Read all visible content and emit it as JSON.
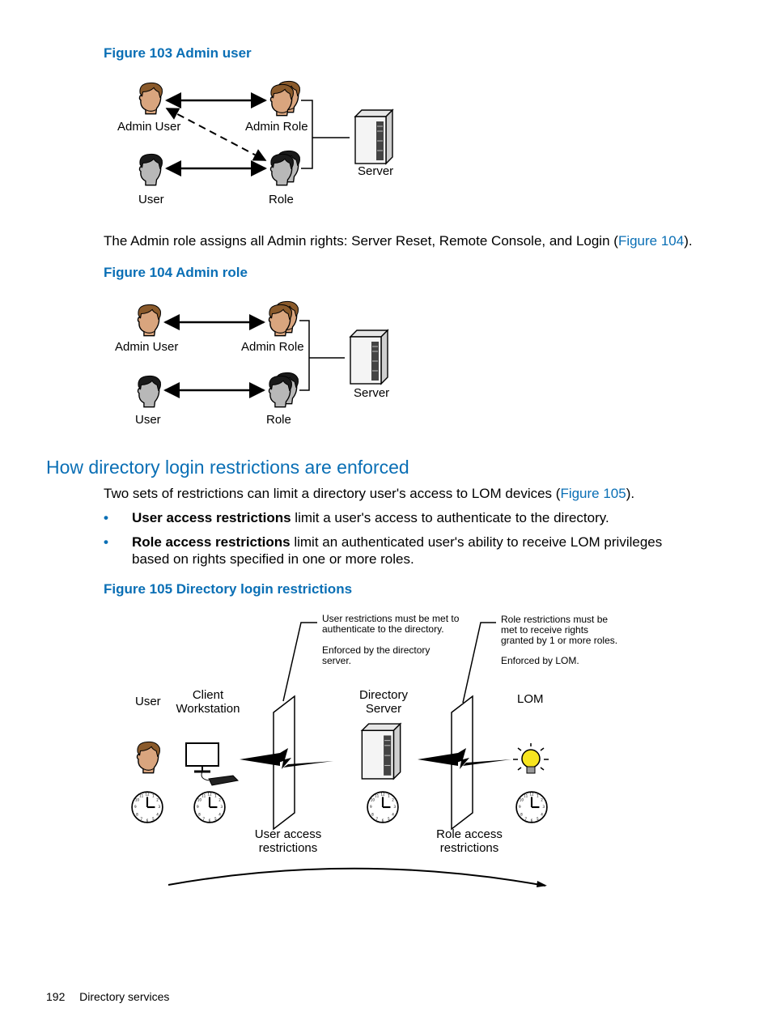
{
  "figure103": {
    "caption": "Figure 103 Admin user",
    "labels": {
      "admin_user": "Admin User",
      "admin_role": "Admin Role",
      "user": "User",
      "role": "Role",
      "server": "Server"
    }
  },
  "para1": {
    "text_before": "The Admin role assigns all Admin rights: Server Reset, Remote Console, and Login (",
    "link": "Figure 104",
    "text_after": ")."
  },
  "figure104": {
    "caption": "Figure 104 Admin role",
    "labels": {
      "admin_user": "Admin User",
      "admin_role": "Admin Role",
      "user": "User",
      "role": "Role",
      "server": "Server"
    }
  },
  "section": {
    "heading": "How directory login restrictions are enforced",
    "intro_before": "Two sets of restrictions can limit a directory user's access to LOM devices (",
    "intro_link": "Figure 105",
    "intro_after": ").",
    "bullets": [
      {
        "bold": "User access restrictions",
        "text": " limit a user's access to authenticate to the directory."
      },
      {
        "bold": "Role access restrictions",
        "text": " limit an authenticated user's ability to receive LOM privileges based on rights specified in one or more roles."
      }
    ]
  },
  "figure105": {
    "caption": "Figure 105 Directory login restrictions",
    "note_user_1": "User restrictions must be met to authenticate to the directory.",
    "note_user_2": "Enforced by the directory server.",
    "note_role_1": "Role restrictions must be met to receive rights granted by 1 or more roles.",
    "note_role_2": "Enforced by LOM.",
    "labels": {
      "user": "User",
      "client_workstation": "Client Workstation",
      "directory_server": "Directory Server",
      "lom": "LOM",
      "user_access_restrictions": "User access restrictions",
      "role_access_restrictions": "Role access restrictions"
    }
  },
  "footer": {
    "page_number": "192",
    "section_title": "Directory services"
  }
}
